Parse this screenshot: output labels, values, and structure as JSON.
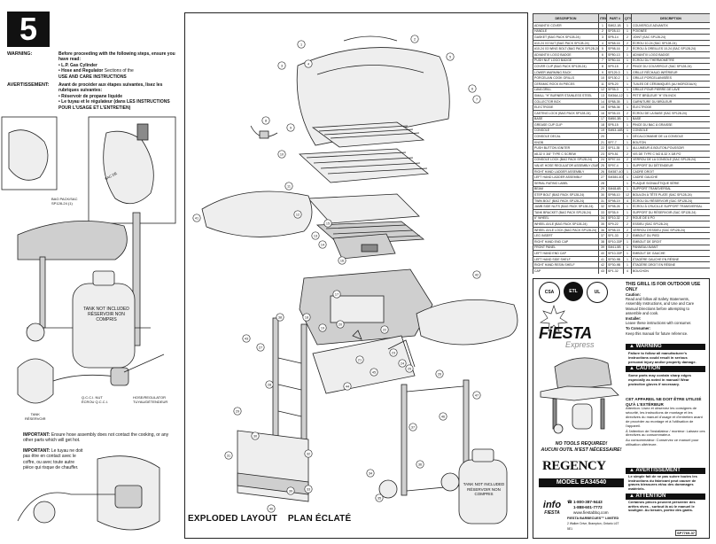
{
  "step_number": "5",
  "warning": {
    "label": "WARNING:",
    "text_bold": "Before proceeding with the following steps, ensure you have read:",
    "item1": "• L.P. Gas Cylinder",
    "item2": "• Hose and Regulator",
    "item2_suffix": " Sections of the",
    "item3": "USE AND CARE INSTRUCTIONS"
  },
  "avertissement": {
    "label": "AVERTISSEMENT:",
    "text_bold": "Avant de procéder aux étapes suivantes, lisez les rubriques suivantes:",
    "item1": "• Réservoir de propane liquide",
    "item2": "• Le tuyau et le régulateur (dans LES INSTRUCTIONS POUR L'USAGE ET L'ENTRETIEN)"
  },
  "left_labels": {
    "bag_pack": "BAG PACK/SAC",
    "bag_code": "SP128-24 (1)",
    "sac": "SAC DE",
    "tank_not_included": "TANK NOT INCLUDED",
    "reservoir_non_compris": "RÉSERVOIR NON COMPRIS",
    "tank": "TANK",
    "reservoir": "RÉSERVOIR",
    "gcc_nut": "Q.C.C.I. NUT",
    "ecrou": "ÉCROU Q.C.C.I.",
    "hose_regulator": "HOSE/REGULATOR",
    "tuyau": "TUYAU/DÉTENDEUR"
  },
  "important1": {
    "label": "IMPORTANT:",
    "text": " Ensure hose assembly does not contact the cooking, or any other parts which will get hot."
  },
  "important2": {
    "label": "IMPORTANT:",
    "text": " Le tuyau ne doit pas être en contact avec le coffre, ou avec toute autre pièce qui risque de chauffer."
  },
  "center_labels": {
    "exploded_layout": "EXPLODED LAYOUT",
    "plan_eclate": "PLAN ÉCLATÉ",
    "tank_not_included": "TANK NOT INCLUDED",
    "reservoir_non_compris": "RÉSERVOIR NON COMPRIS"
  },
  "callouts": [
    "1",
    "2",
    "3",
    "4",
    "5",
    "6",
    "7",
    "8",
    "9",
    "10",
    "11",
    "12",
    "13",
    "14",
    "15",
    "16",
    "17",
    "18",
    "19",
    "20",
    "21",
    "22",
    "23",
    "24",
    "25",
    "26",
    "27",
    "28",
    "29",
    "30",
    "31",
    "32",
    "33",
    "34",
    "35",
    "36",
    "37",
    "38",
    "39",
    "40",
    "41",
    "42",
    "43",
    "44",
    "45",
    "46",
    "47"
  ],
  "parts_table": {
    "headers": [
      "DESCRIPTION",
      "ITEM #",
      "PART #",
      "QTY",
      "DESCRIPTION"
    ],
    "header_sub": [
      "",
      "NO.",
      "PIÈC. NO.",
      "QTÉ",
      ""
    ],
    "rows": [
      [
        "ADVANTIX COVER",
        "1",
        "SM02-1B",
        "1",
        "COUVERCLE ADVANTIX"
      ],
      [
        "HANDLE",
        "2",
        "SP28-10",
        "1",
        "POIGNÉE"
      ],
      [
        "GASKET (BAG PACK SP128-24)",
        "3",
        "SP8-14",
        "2",
        "JOINT (SAC SP128-24)"
      ],
      [
        "#10-24 X3 NUT (BAG PACK SP128-24)",
        "4",
        "SP68-16",
        "2",
        "ÉCROU 10-24 (SAC SP128-24)"
      ],
      [
        "#10-24 X3 WING BOLT (BAG PACK SP128-24)",
        "5",
        "SP98-16",
        "2",
        "ÉCROU À OREILLES 10-24 (SAC SP128-24)"
      ],
      [
        "ADVANTIX LOGO BADGE",
        "6",
        "SP80-13",
        "1",
        "ADVANTIX LOGO BADGE"
      ],
      [
        "PUSH NUT LOGO BADGE",
        "7",
        "SP80-16",
        "1",
        "ÉCROU DU THERMOMÈTRE"
      ],
      [
        "COVER CLIP (BAG PACK SP128-24)",
        "8",
        "SP9-15",
        "2",
        "PINCE DU COUVERCLE (SAC SP128-24)"
      ],
      [
        "LOWER WARMING RACK",
        "9",
        "SP129-3",
        "1",
        "GRILLE RÉCHAUD INFÉRIEUR"
      ],
      [
        "PORCELAIN COOK GRILLS",
        "10",
        "SP130-2",
        "1",
        "GRILLE PORCELAINISÉES"
      ],
      [
        "CERAMIC ROCK IN PIECES",
        "11",
        "SP8-20",
        "1",
        "TUILES DE CÉRAMIQUES (AU MORCEAUX)"
      ],
      [
        "LAVA GRILL",
        "12",
        "SP35-3",
        "1",
        "GRILLE POUR PIERRE DE LAVE"
      ],
      [
        "SMALL \"H\" BURNER STAINLESS STEEL",
        "13",
        "SM36A-12",
        "1",
        "PETIT BRÛLEUR \"H\" EN INOX"
      ],
      [
        "COLLECTOR BOX",
        "14",
        "SP88-35",
        "1",
        "GARNITURE DU BRÛLEUR"
      ],
      [
        "ELECTRODE",
        "15",
        "SP88-36",
        "1",
        "ÉLECTRODE"
      ],
      [
        "CASTING LOCK (BAG PACK SP128-24)",
        "16",
        "SP35-15",
        "2",
        "ÉCROU DE LA BASE (SAC SP128-24)"
      ],
      [
        "BASE",
        "17",
        "SM50-3B",
        "1",
        "BASE"
      ],
      [
        "GREASE CUP CLIP",
        "18",
        "SP8-15",
        "1",
        "PINCE DU BAC À GRAISSE"
      ],
      [
        "CONSOLE",
        "19",
        "SM53-16B",
        "1",
        "CONSOLE"
      ],
      [
        "CONSOLE DECAL",
        "20",
        "",
        "1",
        "DÉCALCOMANIE DE LA CONSOLE"
      ],
      [
        "KNOB",
        "21",
        "SP7-7",
        "1",
        "BOUTON"
      ],
      [
        "PUSH BUTTON IGNITER",
        "22",
        "SP11-35",
        "1",
        "ALLUMEUR À BOUTON-POUSSOIR"
      ],
      [
        "#8-32 X 3/8\" TYPE C SCREW",
        "23",
        "SP9-51",
        "2",
        "VIS DE TYPE C NO 8-32 X 3/8 PO"
      ],
      [
        "CONSOLE LOCK (BAG PACK SP128-24)",
        "24",
        "SP97-16",
        "2",
        "VERROU DE LA CONSOLE (SAC SP128-24)"
      ],
      [
        "VALVE HOSE REGULATOR ASSEMBLY (SUB)",
        "25",
        "SP97-4",
        "1",
        "SUPPORT DU DÉTENDEUR"
      ],
      [
        "RIGHT HAND LADDER ASSEMBLY",
        "26",
        "SM387-4OC",
        "1",
        "CADRE DROIT"
      ],
      [
        "LEFT HAND LADDER ASSEMBLY",
        "27",
        "SM384-4OC",
        "1",
        "CADRE GAUCHE"
      ],
      [
        "SERIAL RATING LABEL",
        "28",
        "",
        "1",
        "PLAQUE SIGNALÉTIQUE SÉRIE"
      ],
      [
        "BEAM",
        "29",
        "SM48-6B",
        "1",
        "SUPPORT TRANSVERSAL"
      ],
      [
        "STEP BOLT (BAG PACK SP128-24)",
        "30",
        "SP98-10",
        "12",
        "BOULON À TÊTE PLATE (SAC SP128-24)"
      ],
      [
        "TWIN BOLT (BAG PACK SP128-24)",
        "31",
        "SP98-19",
        "4",
        "ÉCROU DU RÉSERVOIR (SAC SP128-24)"
      ],
      [
        "JAMB SIDE NUTS (BAG PACK SP128-24)",
        "32",
        "SP98-26",
        "1",
        "ÉCROU À CRUCILLE SUPPORT TRANSVERSAL"
      ],
      [
        "TANK BRACKET (BAG PACK SP128-24)",
        "33",
        "SP35-9",
        "1",
        "SUPPORT DU RÉSERVOIR (SAC SP128-24)"
      ],
      [
        "6\" WHEEL",
        "34",
        "SP10-32",
        "2",
        "ROUE DE 6 PO"
      ],
      [
        "WHEEL AXLE (BAG PACK SP128-24)",
        "35",
        "SP9-22",
        "2",
        "ESSIEU (SAC SP128-24)"
      ],
      [
        "WHEEL AXLE LOCK (BAG PACK SP128-24)",
        "36",
        "SP98-15",
        "2",
        "VERROU D'ESSIEU (SAC SP128-24)"
      ],
      [
        "LEG INSERT",
        "37",
        "SP1-33",
        "2",
        "EMBOUT DU PIED"
      ],
      [
        "RIGHT HAND END CAP",
        "38",
        "SP10-33P",
        "1",
        "EMBOUT DE DROIT"
      ],
      [
        "FRONT PANEL",
        "39",
        "SM41-5B",
        "1",
        "PANNEAU AVANT"
      ],
      [
        "LEFT HAND END CAP",
        "40",
        "SP10-33P",
        "1",
        "EMBOUT DE GAUCHE"
      ],
      [
        "LEFT HAND SIDE SHELF",
        "41",
        "SP30-9B",
        "1",
        "ÉTAGÈRE GAUCHE EN RÉSINE"
      ],
      [
        "RIGHT HAND RESIN SHELF",
        "42",
        "SP30-9B",
        "1",
        "ÉTAGÈRE DROIT EN RÉSINE"
      ],
      [
        "CAP",
        "43",
        "SP1-32",
        "4",
        "BOUCHON"
      ]
    ]
  },
  "right_panel": {
    "badges": [
      "CSA",
      "ETL",
      "UL"
    ],
    "outdoor_title": "THIS GRILL IS FOR OUTDOOR USE ONLY",
    "caution_label": "Caution:",
    "caution_text": "Read and follow all Safety Statements, Assembly Instructions, and Use and Care Manual Directions before attempting to assemble and cook.",
    "installer_label": "Installer:",
    "installer_text": "Leave these instructions with consumer.",
    "consumer_label": "To Consumer:",
    "consumer_text": "Keep this manual for future reference.",
    "brand_fiesta": "FiESTA",
    "brand_express": "Express",
    "warning_head": "WARNING",
    "warning_text": "Failure to follow all manufacturer's instructions could result in serious personal injury and/or property damage.",
    "caution_head": "CAUTION",
    "caution_text2": "Some parts may contain sharp edges especially as noted in manual! Wear protective gloves if necessary.",
    "french_title": "CET APPAREIL NE DOIT ÊTRE UTILISÉ QU'À L'EXTÉRIEUR",
    "attention_text": "Attention: Lisez et observez les consignes de sécurité, les instructions de montage et les directives du manuel d'usage et d'entretien avant de procéder au montage et à l'utilisation de l'appareil.",
    "installateur_text": "À l'attention de l'installateur / monteur: Laissez ces directives au consommateur.",
    "consommateur_text": "Au consommateur: Conservez ce manuel pour utilisation ultérieure.",
    "avert_head": "AVERTISSEMENT",
    "avert_text": "Le simple fait de ne pas suivre toutes les instructions du fabricant peut causer de graves blessures et/ou des dommages matériels.",
    "attention_head": "ATTENTION",
    "attention_text2": "Certaines pièces peuvent présenter des arêtes vives - surtout là où le manuel le souligne. Au besoin, portez des gants.",
    "no_tools": "NO TOOLS REQUIRED!",
    "aucun_outil": "AUCUN OUTIL N'EST NÉCESSAIRE!",
    "brand_regency": "REGENCY",
    "model": "MODEL EA34540",
    "info_top": "info",
    "info_bottom": "FIESTA",
    "phone1": "1-800-387-9443",
    "phone2": "1-888-601-7772",
    "website": "www.fiestabbq.com",
    "company": "FIESTA BARBECUES™ LIMITED",
    "address": "2 Walker Drive, Brampton, Ontario L6T 5E1",
    "doc_code": "SP7769-37"
  }
}
